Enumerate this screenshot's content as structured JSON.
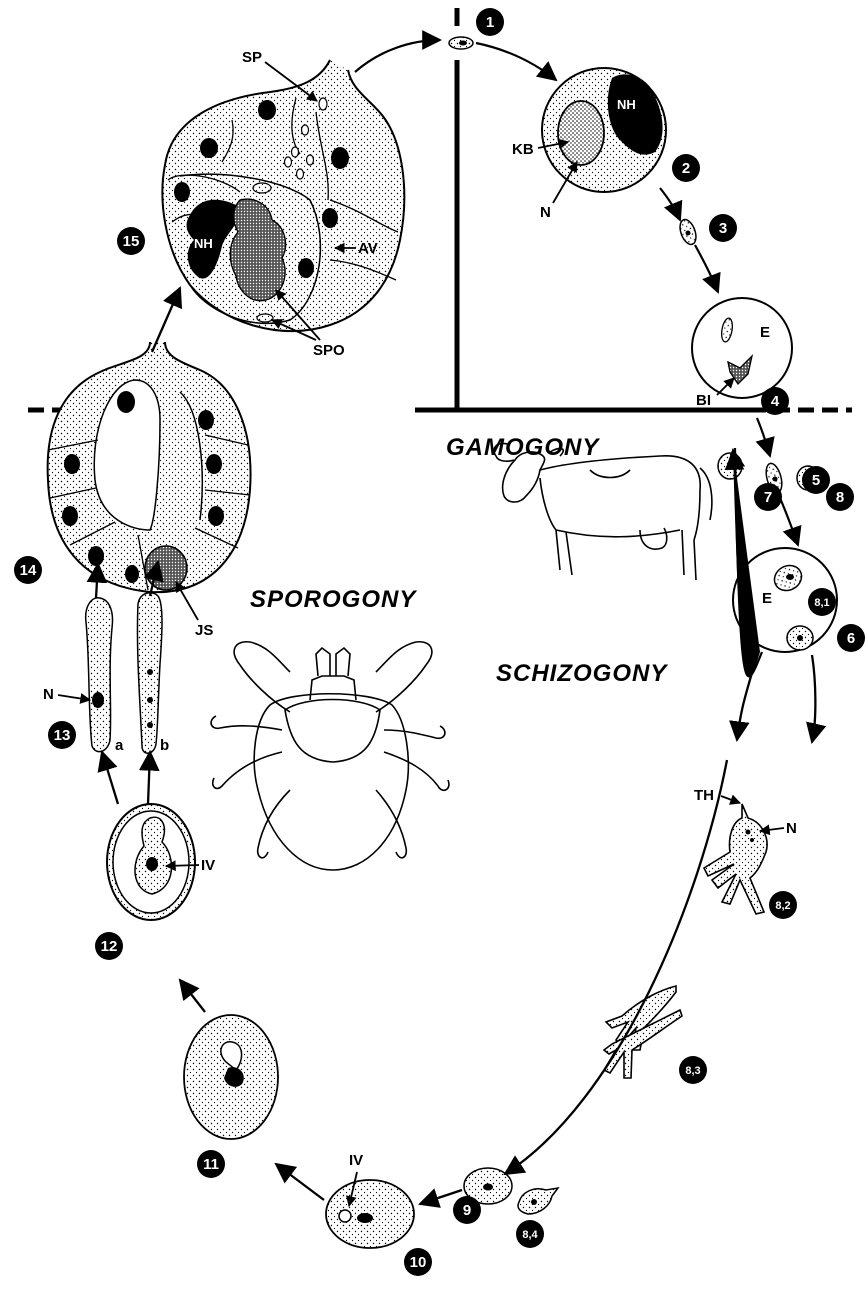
{
  "phases": {
    "sporogony": "SPOROGONY",
    "schizogony": "SCHIZOGONY",
    "gamogony": "GAMOGONY"
  },
  "stages": [
    "1",
    "2",
    "3",
    "4",
    "5",
    "6",
    "7",
    "8",
    "8,1",
    "8,2",
    "8,3",
    "8,4",
    "9",
    "10",
    "11",
    "12",
    "13",
    "14",
    "15"
  ],
  "labels": {
    "sp": "SP",
    "kb": "KB",
    "n_top": "N",
    "nh_lymph": "NH",
    "nh_acinus": "NH",
    "av": "AV",
    "spo": "SPO",
    "e1": "E",
    "bi": "BI",
    "e2": "E",
    "js": "JS",
    "n_kinete": "N",
    "a": "a",
    "b": "b",
    "th": "TH",
    "n_ray": "N",
    "iv12": "IV",
    "iv10": "IV"
  }
}
